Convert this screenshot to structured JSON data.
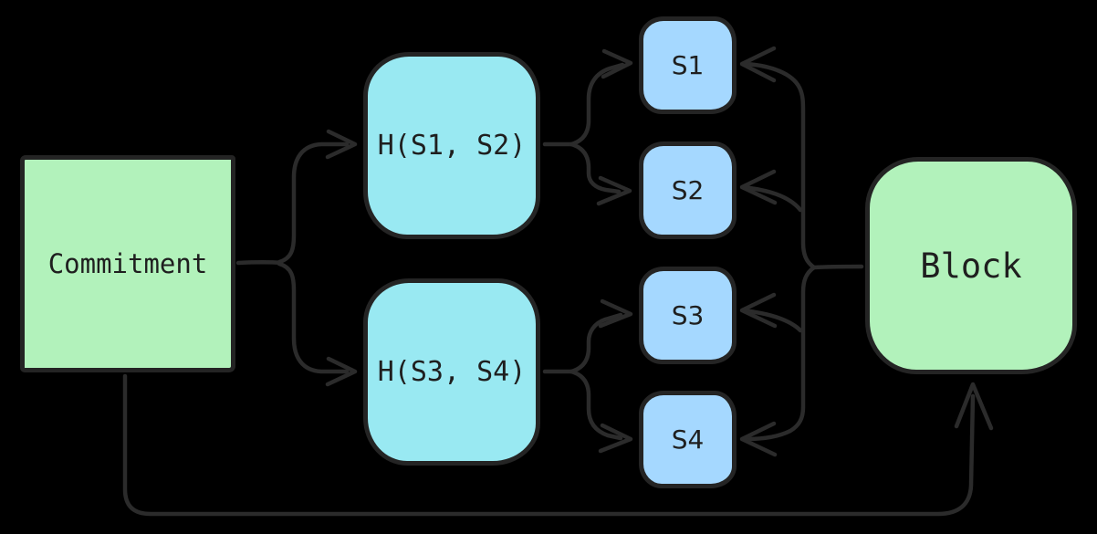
{
  "diagram": {
    "background_color": "#000000",
    "stroke_color": "#2b2b2b",
    "text_color": "#1f1f1f",
    "nodes": {
      "commitment": {
        "label": "Commitment",
        "fill": "#b2f2bb",
        "shape": "square"
      },
      "hash12": {
        "label": "H(S1, S2)",
        "fill": "#99e9f2",
        "shape": "rounded-square"
      },
      "hash34": {
        "label": "H(S3, S4)",
        "fill": "#99e9f2",
        "shape": "rounded-square"
      },
      "s1": {
        "label": "S1",
        "fill": "#a5d8ff",
        "shape": "rounded-square"
      },
      "s2": {
        "label": "S2",
        "fill": "#a5d8ff",
        "shape": "rounded-square"
      },
      "s3": {
        "label": "S3",
        "fill": "#a5d8ff",
        "shape": "rounded-square"
      },
      "s4": {
        "label": "S4",
        "fill": "#a5d8ff",
        "shape": "rounded-square"
      },
      "block": {
        "label": "Block",
        "fill": "#b2f2bb",
        "shape": "rounded-square"
      }
    },
    "edges": [
      {
        "from": "commitment",
        "to": "hash12"
      },
      {
        "from": "commitment",
        "to": "hash34"
      },
      {
        "from": "hash12",
        "to": "s1"
      },
      {
        "from": "hash12",
        "to": "s2"
      },
      {
        "from": "hash34",
        "to": "s3"
      },
      {
        "from": "hash34",
        "to": "s4"
      },
      {
        "from": "block",
        "to": "s1"
      },
      {
        "from": "block",
        "to": "s2"
      },
      {
        "from": "block",
        "to": "s3"
      },
      {
        "from": "block",
        "to": "s4"
      },
      {
        "from": "commitment",
        "to": "block"
      }
    ]
  }
}
